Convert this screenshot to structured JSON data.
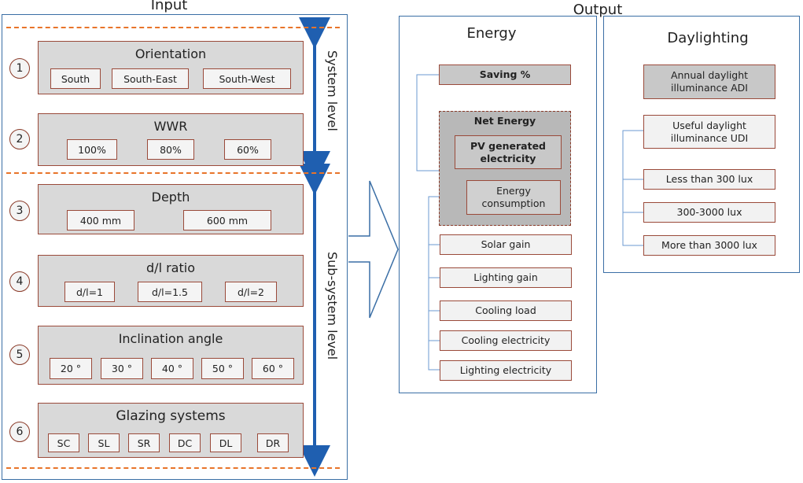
{
  "input": {
    "title": "Input",
    "system_level_label": "System level",
    "subsystem_level_label": "Sub-system level",
    "groups": [
      {
        "number": "1",
        "title": "Orientation",
        "options": [
          "South",
          "South-East",
          "South-West"
        ]
      },
      {
        "number": "2",
        "title": "WWR",
        "options": [
          "100%",
          "80%",
          "60%"
        ]
      },
      {
        "number": "3",
        "title": "Depth",
        "options": [
          "400 mm",
          "600 mm"
        ]
      },
      {
        "number": "4",
        "title": "d/l ratio",
        "options": [
          "d/l=1",
          "d/l=1.5",
          "d/l=2"
        ]
      },
      {
        "number": "5",
        "title": "Inclination angle",
        "options": [
          "20 °",
          "30 °",
          "40 °",
          "50 °",
          "60 °"
        ]
      },
      {
        "number": "6",
        "title": "Glazing systems",
        "options": [
          "SC",
          "SL",
          "SR",
          "DC",
          "DL",
          "DR"
        ]
      }
    ]
  },
  "output": {
    "title": "Output",
    "energy": {
      "title": "Energy",
      "saving": "Saving %",
      "net_energy": "Net Energy",
      "pv": "PV generated electricity",
      "consumption": "Energy consumption",
      "items": [
        "Solar gain",
        "Lighting gain",
        "Cooling load",
        "Cooling electricity",
        "Lighting electricity"
      ]
    },
    "daylighting": {
      "title": "Daylighting",
      "adi": "Annual daylight illuminance ADI",
      "udi": "Useful daylight illuminance UDI",
      "items": [
        "Less than 300 lux",
        "300-3000 lux",
        "More than 3000 lux"
      ]
    }
  }
}
